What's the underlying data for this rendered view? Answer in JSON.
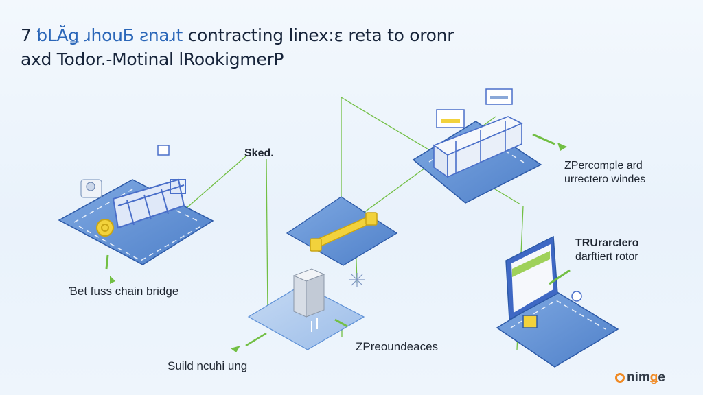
{
  "title": {
    "line1_prefix": "7 ",
    "line1_highlight": "ƅLĂǥ ɹhouƂ ƨnaɹt",
    "line1_rest": " contracting linex:ε reta to oronr",
    "line2": "axd Todor.-Motinal lRookigmerP"
  },
  "labels": {
    "sked": "Sked.",
    "left_bridge": "Ɓet fuss chain bridge",
    "bottom_left": "Suild ncuhi ung",
    "bottom_center": "ZPreoundeaces",
    "right_top_1": "ZPercomple ard",
    "right_top_2": "urrectero windes",
    "right_mid_1": "TRUrarcIero",
    "right_mid_2": "darftiert rotor"
  },
  "logo": {
    "prefix": "nim",
    "accent": "ǥ",
    "suffix": "e"
  },
  "colors": {
    "platform": "#5d90d6",
    "platform_edge": "#2d5aa8",
    "connector": "#72bf44",
    "bar": "#f2d23c",
    "frame": "#4a6fc9",
    "logo": "#f08a24"
  }
}
